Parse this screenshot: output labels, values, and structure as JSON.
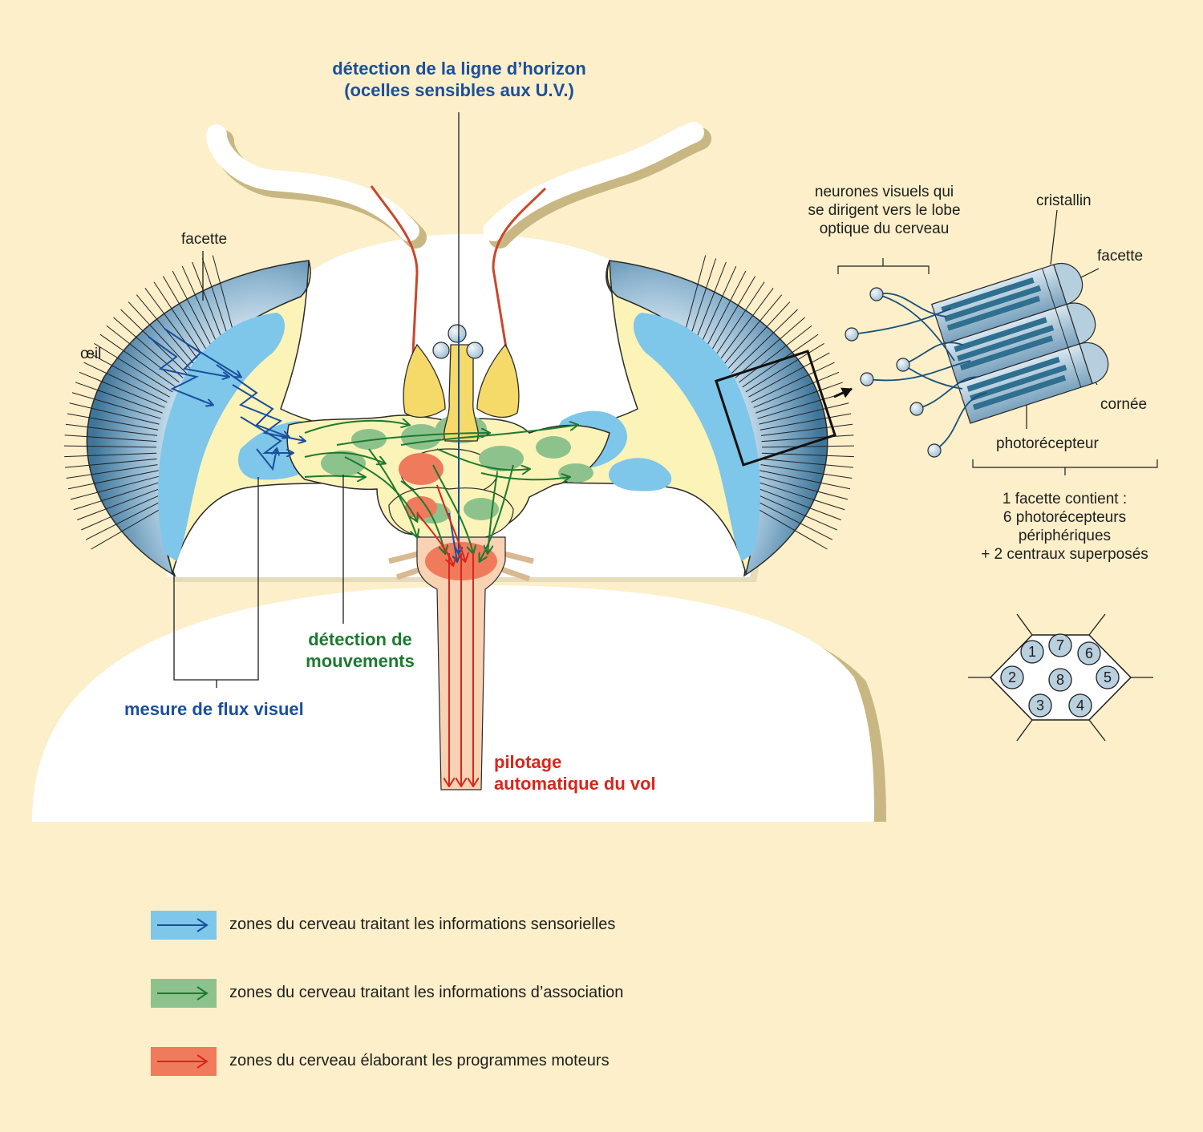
{
  "colors": {
    "background": "#fcefc9",
    "sensory_blue": "#7ec6ea",
    "association_green": "#8ec28d",
    "motor_red": "#f07a5c",
    "eye_blue": "#6d98b8",
    "optic_yellow": "#fbf3b8",
    "arrow_blue": "#1a4f9c",
    "arrow_green": "#1c7a30",
    "arrow_red": "#d8261c"
  },
  "labels": {
    "horizon": "détection de la ligne d’horizon\n(ocelles sensibles aux U.V.)",
    "facette_left": "facette",
    "oeil": "œil",
    "neurones": "neurones visuels qui\nse dirigent vers le lobe\noptique du cerveau",
    "cristallin": "cristallin",
    "facette_right": "facette",
    "cornee": "cornée",
    "photorecepteur": "photorécepteur",
    "facette_contient": "1 facette contient :\n6 photorécepteurs\npériphériques\n+  2 centraux superposés",
    "mouvements": "détection de\nmouvements",
    "flux": "mesure de flux visuel",
    "pilotage": "pilotage\nautomatique du vol"
  },
  "hexagon_numbers": [
    "1",
    "7",
    "6",
    "2",
    "8",
    "5",
    "3",
    "4"
  ],
  "legend": [
    {
      "text": "zones du cerveau traitant les informations sensorielles",
      "color": "#7ec6ea",
      "arrow": "#1a4f9c"
    },
    {
      "text": "zones du cerveau traitant les informations d’association",
      "color": "#8ec28d",
      "arrow": "#1c7a30"
    },
    {
      "text": "zones du cerveau élaborant les programmes moteurs",
      "color": "#f07a5c",
      "arrow": "#d8261c"
    }
  ]
}
